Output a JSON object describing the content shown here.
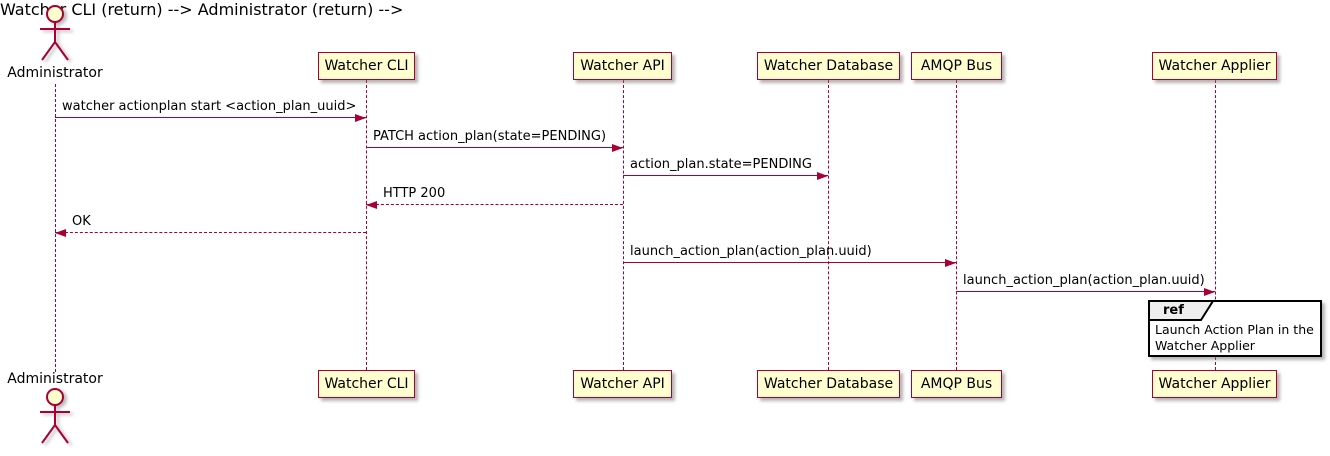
{
  "diagram": {
    "type": "sequence-diagram",
    "colors": {
      "accent": "#A80036",
      "participant_fill": "#FEFECE",
      "ref_border": "#000000",
      "ref_header_fill": "#EEEEEE",
      "background": "#FFFFFF"
    },
    "actor": {
      "label": "Administrator"
    },
    "participants": [
      {
        "label": "Watcher CLI"
      },
      {
        "label": "Watcher API"
      },
      {
        "label": "Watcher Database"
      },
      {
        "label": "AMQP Bus"
      },
      {
        "label": "Watcher Applier"
      }
    ],
    "messages": [
      {
        "label": "watcher actionplan start <action_plan_uuid>",
        "from": "Administrator",
        "to": "Watcher CLI",
        "style": "solid"
      },
      {
        "label": "PATCH action_plan(state=PENDING)",
        "from": "Watcher CLI",
        "to": "Watcher API",
        "style": "solid"
      },
      {
        "label": "action_plan.state=PENDING",
        "from": "Watcher API",
        "to": "Watcher Database",
        "style": "solid"
      },
      {
        "label": "HTTP 200",
        "from": "Watcher API",
        "to": "Watcher CLI",
        "style": "dashed"
      },
      {
        "label": "OK",
        "from": "Watcher CLI",
        "to": "Administrator",
        "style": "dashed"
      },
      {
        "label": "launch_action_plan(action_plan.uuid)",
        "from": "Watcher API",
        "to": "AMQP Bus",
        "style": "solid"
      },
      {
        "label": "launch_action_plan(action_plan.uuid)",
        "from": "AMQP Bus",
        "to": "Watcher Applier",
        "style": "solid"
      }
    ],
    "ref": {
      "keyword": "ref",
      "over": "Watcher Applier",
      "line1": "Launch Action Plan in the",
      "line2": "Watcher Applier"
    }
  }
}
